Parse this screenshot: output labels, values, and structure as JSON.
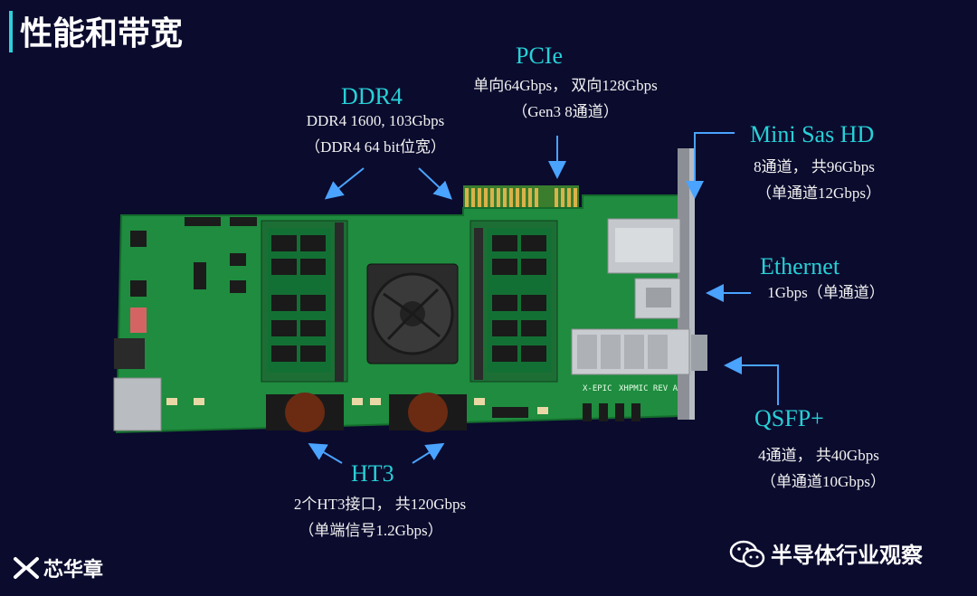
{
  "slide": {
    "title": "性能和带宽",
    "accent": "#2ecfd9",
    "label_color": "#27d1d6",
    "background": "#0b0b2e"
  },
  "callouts": {
    "ddr4": {
      "head": "DDR4",
      "line1": "DDR4 1600, 103Gbps",
      "line2": "（DDR4 64 bit位宽）"
    },
    "pcie": {
      "head": "PCIe",
      "line1": "单向64Gbps， 双向128Gbps",
      "line2": "（Gen3 8通道）"
    },
    "minisas": {
      "head": "Mini Sas HD",
      "line1": "8通道， 共96Gbps",
      "line2": "（单通道12Gbps）"
    },
    "ethernet": {
      "head": "Ethernet",
      "line1": "1Gbps（单通道）"
    },
    "qsfp": {
      "head": "QSFP+",
      "line1": "4通道， 共40Gbps",
      "line2": "（单通道10Gbps）"
    },
    "ht3": {
      "head": "HT3",
      "line1": "2个HT3接口， 共120Gbps",
      "line2": "（单端信号1.2Gbps）"
    }
  },
  "board": {
    "silk_text": "XHPMIC REV A",
    "brand_text": "X-EPIC"
  },
  "footer": {
    "logo_text": "芯华章",
    "wechat_account": "半导体行业观察"
  },
  "icons": [
    "xepic-logo-icon",
    "wechat-icon"
  ]
}
